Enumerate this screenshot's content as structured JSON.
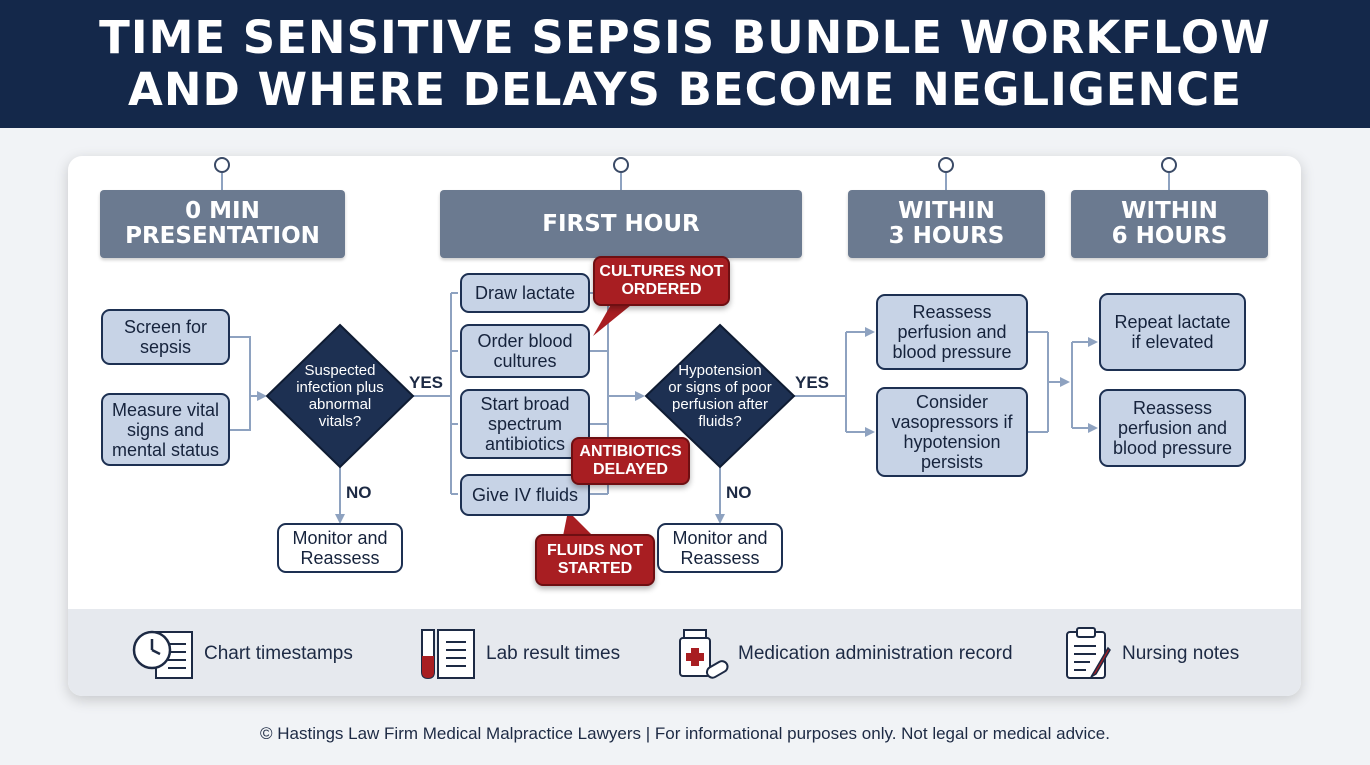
{
  "title": {
    "line1": "TIME SENSITIVE SEPSIS BUNDLE WORKFLOW",
    "line2": "AND WHERE DELAYS BECOME NEGLIGENCE"
  },
  "phases": {
    "p0": {
      "line1": "0 MIN",
      "line2": "PRESENTATION"
    },
    "p1": {
      "line1": "FIRST HOUR"
    },
    "p3": {
      "line1": "WITHIN",
      "line2": "3 HOURS"
    },
    "p6": {
      "line1": "WITHIN",
      "line2": "6 HOURS"
    }
  },
  "steps": {
    "screen": {
      "l1": "Screen for",
      "l2": "sepsis"
    },
    "measure": {
      "l1": "Measure vital",
      "l2": "signs and",
      "l3": "mental status"
    },
    "monitor1": {
      "l1": "Monitor and",
      "l2": "Reassess"
    },
    "lactate": {
      "l1": "Draw lactate"
    },
    "cultures": {
      "l1": "Order blood",
      "l2": "cultures"
    },
    "antibiotics": {
      "l1": "Start broad",
      "l2": "spectrum",
      "l3": "antibiotics"
    },
    "fluids": {
      "l1": "Give IV fluids"
    },
    "monitor2": {
      "l1": "Monitor and",
      "l2": "Reassess"
    },
    "reassess3": {
      "l1": "Reassess",
      "l2": "perfusion and",
      "l3": "blood pressure"
    },
    "vaso": {
      "l1": "Consider",
      "l2": "vasopressors if",
      "l3": "hypotension",
      "l4": "persists"
    },
    "repeat": {
      "l1": "Repeat lactate",
      "l2": "if elevated"
    },
    "reassess6": {
      "l1": "Reassess",
      "l2": "perfusion and",
      "l3": "blood pressure"
    }
  },
  "decisions": {
    "d1": {
      "l1": "Suspected",
      "l2": "infection plus",
      "l3": "abnormal",
      "l4": "vitals?"
    },
    "d2": {
      "l1": "Hypotension",
      "l2": "or signs of poor",
      "l3": "perfusion after",
      "l4": "fluids?"
    }
  },
  "branch_labels": {
    "yes1": "YES",
    "no1": "NO",
    "yes2": "YES",
    "no2": "NO"
  },
  "alerts": {
    "cultures": {
      "l1": "CULTURES NOT",
      "l2": "ORDERED"
    },
    "antibiotics": {
      "l1": "ANTIBIOTICS",
      "l2": "DELAYED"
    },
    "fluids": {
      "l1": "FLUIDS NOT",
      "l2": "STARTED"
    }
  },
  "records": [
    {
      "label": "Chart timestamps",
      "icon": "clock-document-icon"
    },
    {
      "label": "Lab result times",
      "icon": "test-tube-document-icon"
    },
    {
      "label": "Medication administration record",
      "icon": "medicine-bottle-pills-icon"
    },
    {
      "label": "Nursing notes",
      "icon": "clipboard-pen-icon"
    }
  ],
  "footer": "© Hastings Law Firm Medical Malpractice Lawyers | For informational purposes only. Not legal or medical advice.",
  "colors": {
    "banner": "#14284a",
    "phase_header": "#6b7a90",
    "step_fill": "#c7d3e6",
    "decision_fill": "#1d3052",
    "alert_fill": "#a81e22",
    "connector": "#8ea2c0"
  }
}
